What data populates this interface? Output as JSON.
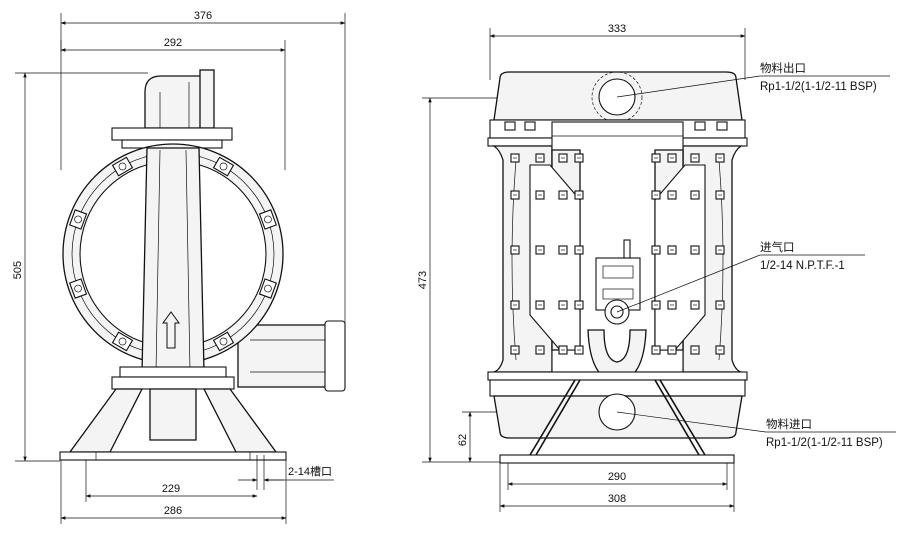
{
  "side_view": {
    "dim_overall_width": "376",
    "dim_body_width": "292",
    "dim_height": "505",
    "dim_foot_spacing": "229",
    "dim_base_width": "286",
    "slot_label": "2-14槽口"
  },
  "front_view": {
    "dim_top_width": "333",
    "dim_height": "473",
    "dim_inlet_height": "62",
    "dim_foot_spacing": "290",
    "dim_base_width": "308",
    "outlet_label": "物料出口",
    "outlet_spec": "Rp1-1/2(1-1/2-11 BSP)",
    "air_label": "进气口",
    "air_spec": "1/2-14 N.P.T.F.-1",
    "inlet_label": "物料进口",
    "inlet_spec": "Rp1-1/2(1-1/2-11 BSP)"
  }
}
